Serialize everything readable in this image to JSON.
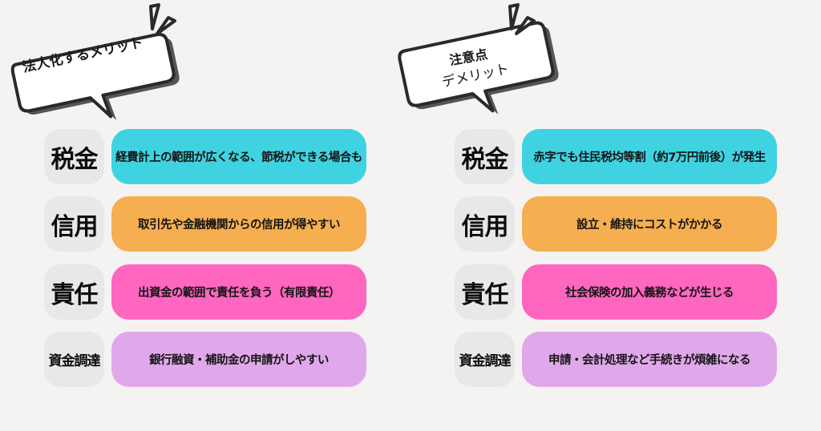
{
  "colors": {
    "background": "#f4f3f2",
    "label_box": "#e9e8e8",
    "tax": "#3fd3e2",
    "credit": "#f5ae50",
    "liability": "#ff66bf",
    "funding": "#e0a8ea"
  },
  "left": {
    "bubble": {
      "title": "法人化するメリット"
    },
    "rows": [
      {
        "label": "税金",
        "text": "経費計上の範囲が広くなる、節税ができる場合も",
        "color_key": "tax"
      },
      {
        "label": "信用",
        "text": "取引先や金融機関からの信用が得やすい",
        "color_key": "credit"
      },
      {
        "label": "責任",
        "text": "出資金の範囲で責任を負う（有限責任）",
        "color_key": "liability"
      },
      {
        "label": "資金調達",
        "text": "銀行融資・補助金の申請がしやすい",
        "color_key": "funding"
      }
    ]
  },
  "right": {
    "bubble": {
      "line1": "注意点",
      "line2": "デメリット"
    },
    "rows": [
      {
        "label": "税金",
        "text": "赤字でも住民税均等割（約7万円前後）が発生",
        "color_key": "tax"
      },
      {
        "label": "信用",
        "text": "設立・維持にコストがかかる",
        "color_key": "credit"
      },
      {
        "label": "責任",
        "text": "社会保険の加入義務などが生じる",
        "color_key": "liability"
      },
      {
        "label": "資金調達",
        "text": "申請・会計処理など手続きが煩雑になる",
        "color_key": "funding"
      }
    ]
  }
}
